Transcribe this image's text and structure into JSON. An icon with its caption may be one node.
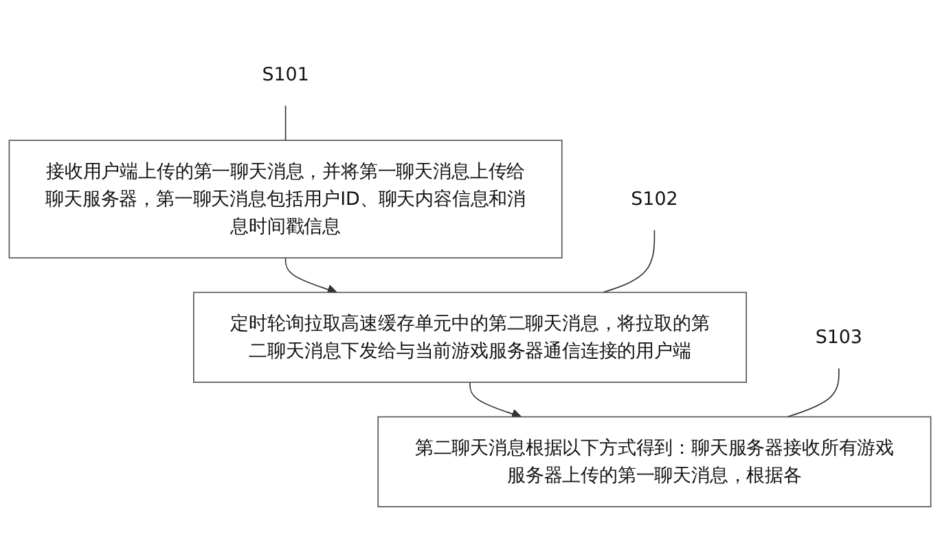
{
  "diagram": {
    "nodes": [
      {
        "text": [
          "接收用户端上传的第一聊天消息，并将第一聊天消息上传给聊天服务器，第一聊天消息包括用户ID、聊天内容信息和消息时间戳信息"
        ]
      },
      {
        "text": [
          "S101"
        ]
      },
      {
        "text": [
          "定时轮询拉取高速缓存单元中的第二聊天消息，将拉取的第二聊天消息下发给与当前游戏服务器通信连接的用户端"
        ]
      },
      {
        "text": [
          "S102"
        ]
      },
      {
        "text": [
          "第二聊天消息根据以下方式得到：聊天服务器接收所有游戏服务器上传的第一聊天消息，根据各"
        ]
      },
      {
        "text": [
          "S103"
        ]
      }
    ],
    "edges": [
      {
        "from": 0,
        "to": 2,
        "arrow": "to"
      },
      {
        "from": 2,
        "to": 4,
        "arrow": "to"
      },
      {
        "from": 1,
        "to": 0,
        "arrow": "none"
      },
      {
        "from": 3,
        "to": 2,
        "arrow": "none"
      },
      {
        "from": 5,
        "to": 4,
        "arrow": "none"
      }
    ]
  }
}
